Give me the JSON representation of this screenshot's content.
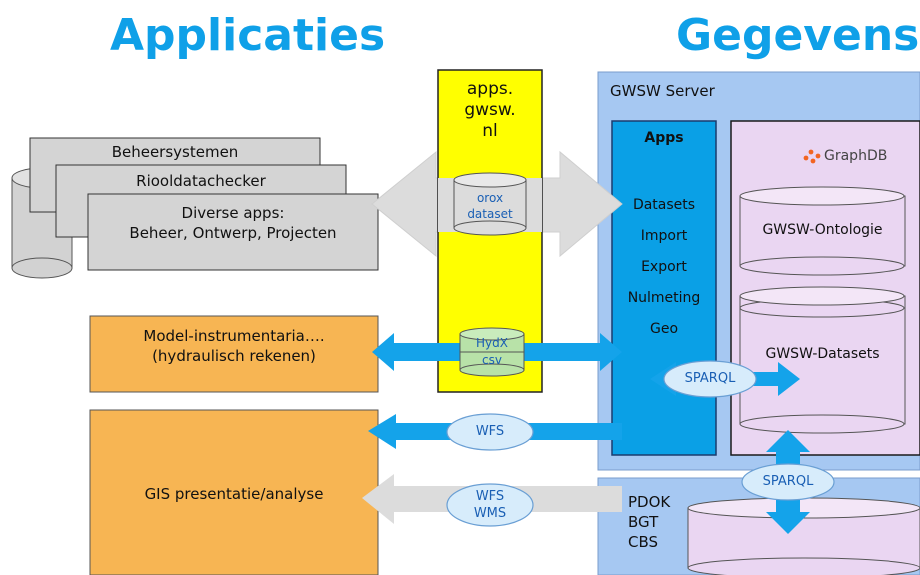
{
  "headings": {
    "left": "Applicaties",
    "right": "Gegevens"
  },
  "apps_server": {
    "line1": "apps.",
    "line2": "gwsw.",
    "line3": "nl"
  },
  "left_stack": {
    "card1": "Beheersystemen",
    "card2": "Riooldatachecker",
    "card3_line1": "Diverse apps:",
    "card3_line2": "Beheer, Ontwerp, Projecten"
  },
  "model_box": {
    "line1": "Model-instrumentaria….",
    "line2": "(hydraulisch rekenen)"
  },
  "gis_box": {
    "label": "GIS presentatie/analyse"
  },
  "db_orox": {
    "line1": "orox",
    "line2": "dataset"
  },
  "db_hydx": {
    "line1": "HydX",
    "line2": "csv"
  },
  "ellipses": {
    "wfs": "WFS",
    "wfs2": "WFS",
    "wms": "WMS",
    "sparql_left": "SPARQL",
    "sparql_right": "SPARQL"
  },
  "gwsw_server": {
    "title": "GWSW Server"
  },
  "apps_panel": {
    "title": "Apps",
    "items": [
      "Datasets",
      "Import",
      "Export",
      "Nulmeting",
      "Geo"
    ]
  },
  "graphdb": {
    "logo_text": "GraphDB",
    "db1": "GWSW-Ontologie",
    "db2": "GWSW-Datasets"
  },
  "pdok": {
    "line1": "PDOK",
    "line2": "BGT",
    "line3": "CBS"
  },
  "colors": {
    "heading": "#0fa0e8",
    "yellow": "#ffff00",
    "orange": "#f7b553",
    "server_blue": "#a6c8f2",
    "apps_blue": "#0aa0e6",
    "lilac": "#ead6f2",
    "arrow_blue": "#14a3ea",
    "arrow_gray": "#dcdcdc",
    "graphdb_orange": "#f26522"
  }
}
